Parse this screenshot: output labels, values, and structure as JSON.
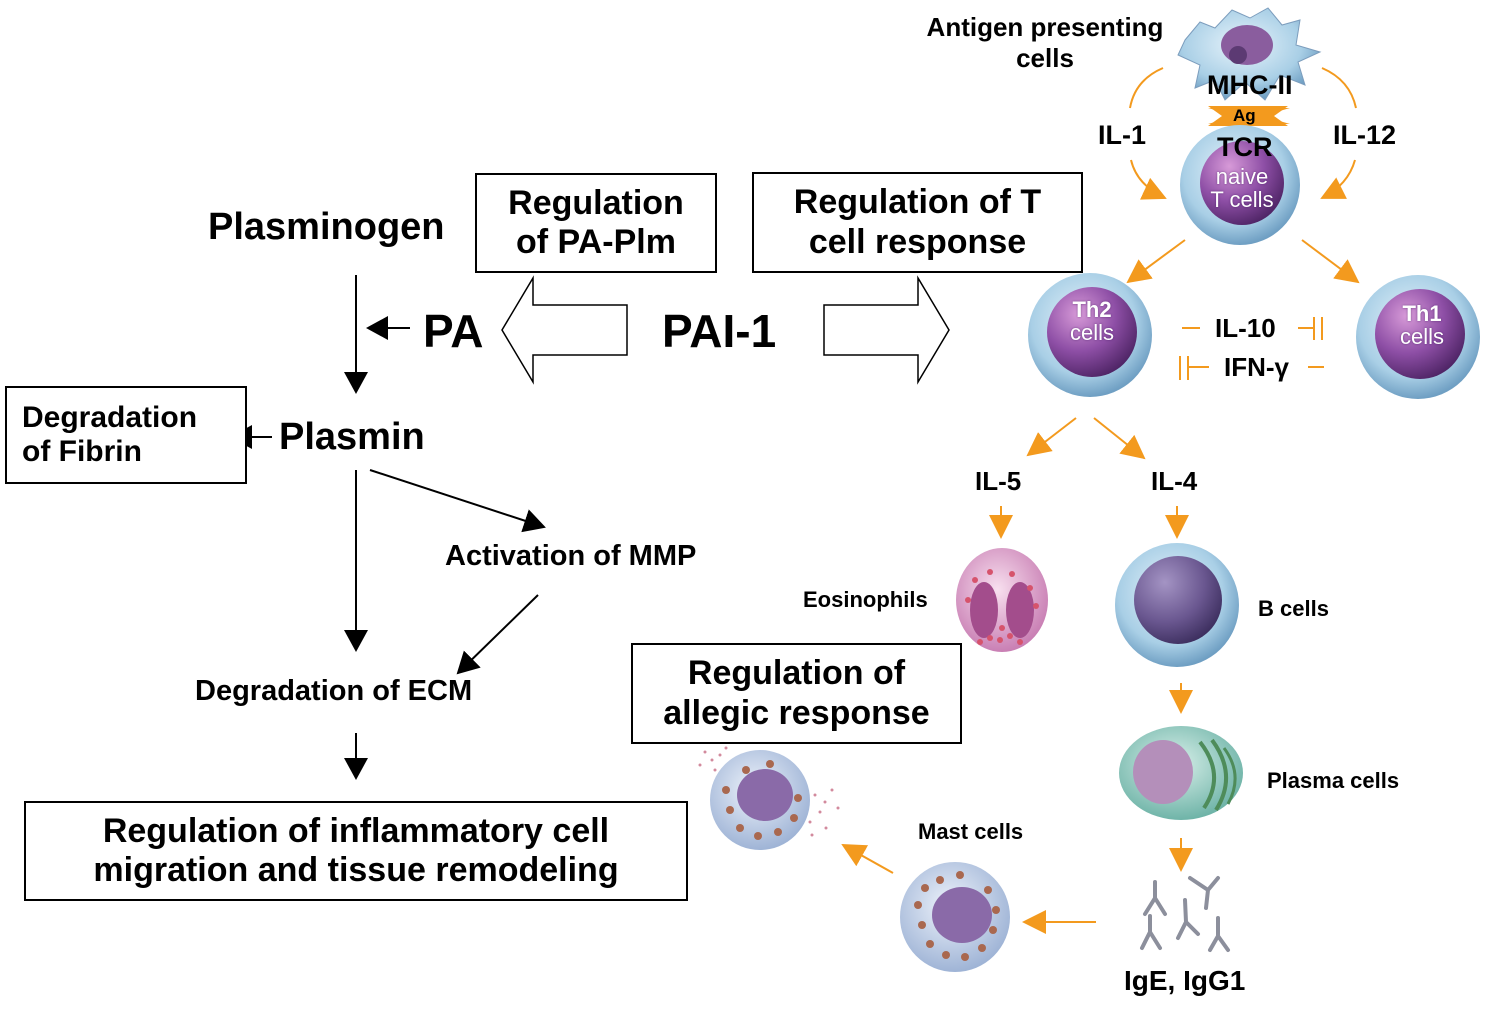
{
  "colors": {
    "arrow_orange": "#f39a1e",
    "black": "#000000",
    "cell_membrane": "#a9cfe6",
    "cell_nucleus": "#7a3f93",
    "eosinophil": "#e2a9cf",
    "plasma_cell": "#8fcfc3",
    "granule": "#b5614f"
  },
  "left_pathway": {
    "plasminogen": "Plasminogen",
    "pa": "PA",
    "plasmin": "Plasmin",
    "degradation_fibrin": [
      "Degradation",
      "of Fibrin"
    ],
    "activation_mmp": "Activation of MMP",
    "degradation_ecm": "Degradation of ECM",
    "outcome": [
      "Regulation of inflammatory cell",
      "migration and tissue remodeling"
    ]
  },
  "center": {
    "pai1": "PAI-1",
    "regulation_pa_plm": [
      "Regulation",
      "of PA-Plm"
    ],
    "regulation_t_cell": [
      "Regulation of T",
      "cell response"
    ],
    "regulation_allergic": [
      "Regulation of",
      "allegic response"
    ]
  },
  "immune": {
    "apc_label": [
      "Antigen presenting",
      "cells"
    ],
    "mhc": "MHC-II",
    "ag": "Ag",
    "tcr": "TCR",
    "il1": "IL-1",
    "il12": "IL-12",
    "naive": [
      "naive",
      "T cells"
    ],
    "th2": [
      "Th2",
      "cells"
    ],
    "th1": [
      "Th1",
      "cells"
    ],
    "il10": "IL-10",
    "ifng": "IFN-γ",
    "il5": "IL-5",
    "il4": "IL-4",
    "eosinophils": "Eosinophils",
    "b_cells": "B cells",
    "plasma_cells": "Plasma cells",
    "antibodies": "IgE, IgG1",
    "mast_cells": "Mast cells"
  }
}
